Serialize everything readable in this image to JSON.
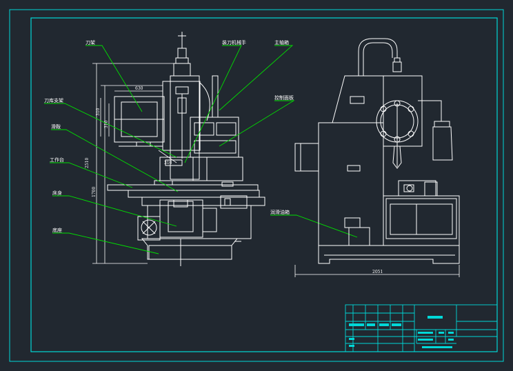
{
  "labels": {
    "daojia": "刀架",
    "zhuangdao": "装刀机械手",
    "zhuzhou": "主轴箱",
    "daojia_zhijia": "刀库支架",
    "kongzhi": "控制面板",
    "huaan": "滑鞍",
    "gongzuotai": "工作台",
    "chuangshen": "床身",
    "dizuo": "底座",
    "youxiang": "润滑油箱"
  },
  "dimensions": {
    "d630": "630",
    "d310a": "310",
    "d310b": "310",
    "d310c": "310",
    "d2510": "2510",
    "d1700": "1700",
    "d2051": "2051"
  },
  "colors": {
    "background": "#212830",
    "frame": "#00d8d8",
    "drawing": "#ffffff",
    "leader": "#00e000",
    "text": "#ffffff",
    "title_fill": "#00d8d8"
  }
}
